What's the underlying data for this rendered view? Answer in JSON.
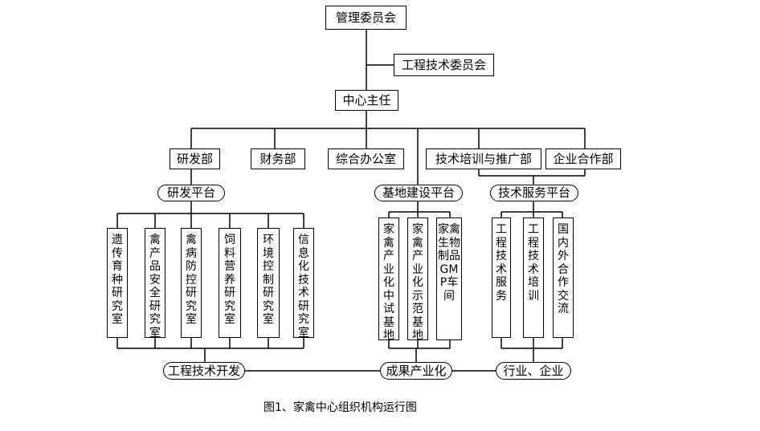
{
  "nodes": {
    "management_committee": "管理委员会",
    "tech_committee": "工程技术委员会",
    "director": "中心主任",
    "rd_dept": "研发部",
    "finance_dept": "财务部",
    "general_office": "综合办公室",
    "training_dept": "技术培训与推广部",
    "enterprise_dept": "企业合作部",
    "rd_platform": "研发平台",
    "base_platform": "基地建设平台",
    "service_platform": "技术服务平台",
    "genetic_breeding": "遗传育种研究室",
    "product_safety": "禽产品安全研究室",
    "disease_control": "禽病防控研究室",
    "feed_nutrition": "饲料营养研究室",
    "environment_control": "环境控制研究室",
    "info_tech": "信息化技术研究室",
    "pilot_base": "家禽产业化中试基地",
    "demo_base": "家禽产业化示范基地",
    "gmp_workshop": "家禽生物制品GMP车间",
    "eng_service": "工程技术服务",
    "eng_training": "工程技术培训",
    "intl_coop": "国内外合作交流",
    "eng_dev": "工程技术开发",
    "industrialization": "成果产业化",
    "industry_enterprise": "行业、企业"
  },
  "caption": "图1、家禽中心组织机构运行图"
}
